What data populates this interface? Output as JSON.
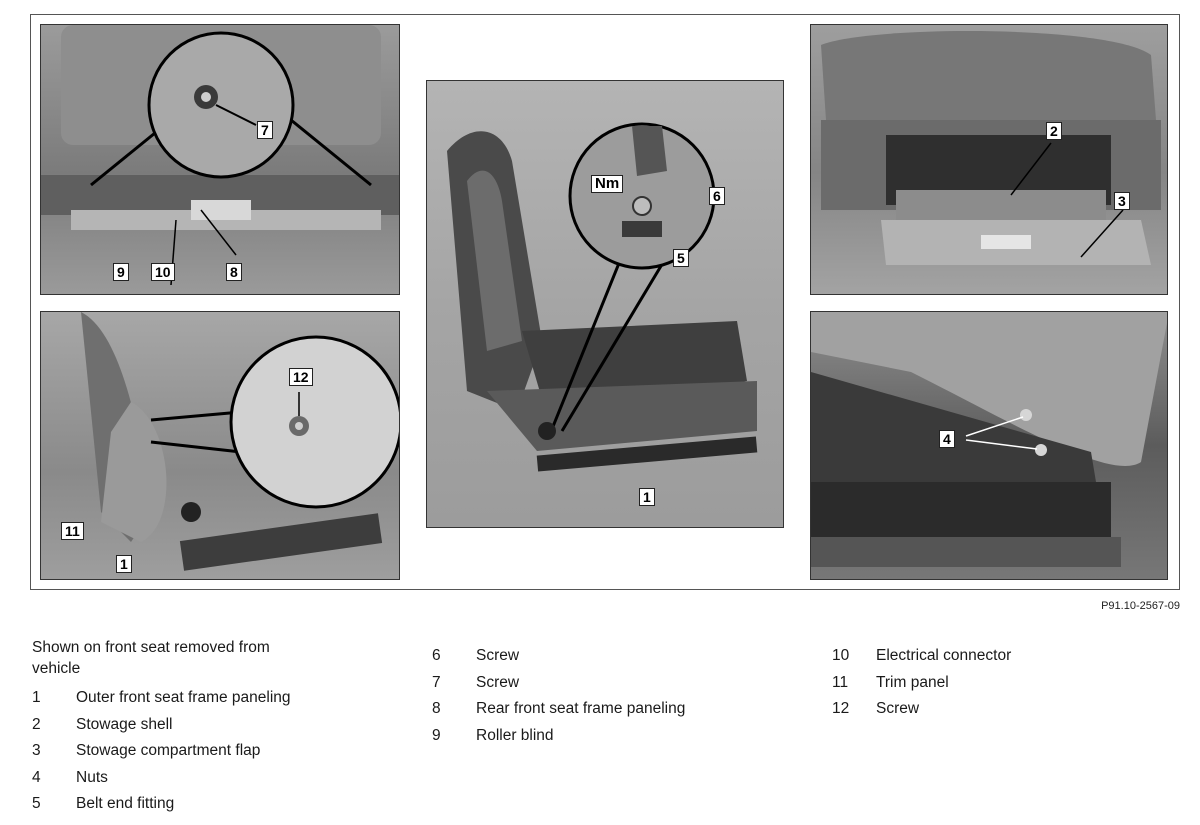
{
  "figure": {
    "id": "P91.10-2567-09",
    "callouts": {
      "top_left": [
        "7",
        "9",
        "10",
        "8"
      ],
      "bottom_left": [
        "12",
        "11",
        "1"
      ],
      "center": [
        "Nm",
        "6",
        "5",
        "1"
      ],
      "top_right": [
        "2",
        "3"
      ],
      "bottom_right": [
        "4"
      ]
    }
  },
  "legend": {
    "intro": "Shown on front seat removed from vehicle",
    "col1": [
      {
        "num": "1",
        "label": "Outer front seat frame paneling"
      },
      {
        "num": "2",
        "label": "Stowage shell"
      },
      {
        "num": "3",
        "label": "Stowage compartment flap"
      },
      {
        "num": "4",
        "label": "Nuts"
      },
      {
        "num": "5",
        "label": "Belt end fitting"
      }
    ],
    "col2": [
      {
        "num": "6",
        "label": "Screw"
      },
      {
        "num": "7",
        "label": "Screw"
      },
      {
        "num": "8",
        "label": "Rear front seat frame paneling"
      },
      {
        "num": "9",
        "label": "Roller blind"
      }
    ],
    "col3": [
      {
        "num": "10",
        "label": "Electrical connector"
      },
      {
        "num": "11",
        "label": "Trim panel"
      },
      {
        "num": "12",
        "label": "Screw"
      }
    ]
  }
}
